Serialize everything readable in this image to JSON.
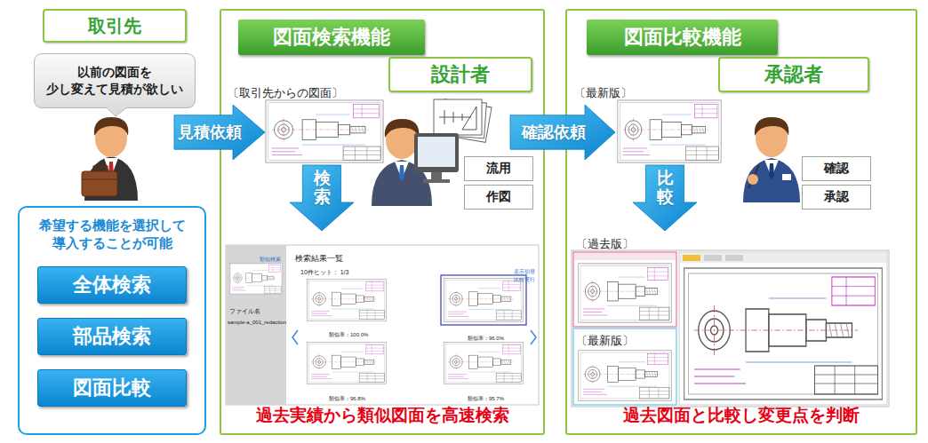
{
  "diagram": {
    "nodes": [
      {
        "text": [
          "取引先"
        ]
      },
      {
        "text": [
          "以前の図面を 少し変えて見積が欲しい"
        ]
      },
      {
        "text": [
          "希望する機能を選択して 導入することが可能"
        ]
      },
      {
        "text": [
          "全体検索"
        ],
        "in": 2
      },
      {
        "text": [
          "部品検索"
        ],
        "in": 2
      },
      {
        "text": [
          "図面比較"
        ],
        "in": 2
      },
      {
        "text": [
          "見積依頼"
        ]
      },
      {
        "text": [
          "過去実績から類似図面を高速検索"
        ]
      },
      {
        "text": [
          "図面検索機能"
        ],
        "in": 7
      },
      {
        "text": [
          "設計者"
        ],
        "in": 7
      },
      {
        "text": [
          "流用"
        ],
        "in": 7
      },
      {
        "text": [
          "作図"
        ],
        "in": 7
      },
      {
        "text": [
          "検索"
        ],
        "in": 7
      },
      {
        "text": [
          "確認依頼"
        ]
      },
      {
        "text": [
          "過去図面と比較し変更点を判断"
        ]
      },
      {
        "text": [
          "図面比較機能"
        ],
        "in": 14
      },
      {
        "text": [
          "承認者"
        ],
        "in": 14
      },
      {
        "text": [
          "確認"
        ],
        "in": 14
      },
      {
        "text": [
          "承認"
        ],
        "in": 14
      },
      {
        "text": [
          "比較"
        ],
        "in": 14
      }
    ],
    "labels": [
      "〔取引先からの図面〕",
      "〔最新版〕",
      "〔過去版〕",
      "〔最新版〕",
      "類似検索",
      "検索結果一覧",
      "10件ヒット： 1/3",
      "表示切替",
      "比較実行",
      "ファイル名",
      "sample-a_001_redaction",
      "類似率：100.0%",
      "類似率：96.0%",
      "類似率：96.8%",
      "類似率：95.7%"
    ]
  }
}
